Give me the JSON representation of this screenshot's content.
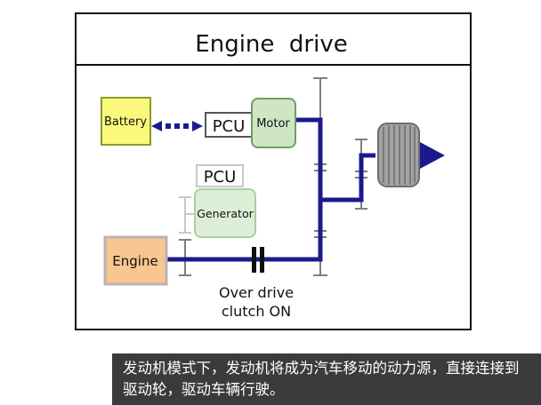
{
  "diagram": {
    "title": "Engine  drive",
    "labels": {
      "battery": "Battery",
      "pcu_top": "PCU",
      "motor": "Motor",
      "pcu_generator": "PCU",
      "generator": "Generator",
      "engine": "Engine",
      "clutch_line1": "Over drive",
      "clutch_line2": "clutch ON"
    },
    "colors": {
      "power_flow": "#1b1a8c",
      "battery_fill": "#fbf97c",
      "battery_border": "#8a9a2a",
      "motor_fill": "#cfe6c4",
      "motor_border": "#6f9c66",
      "generator_fill": "#dcefd6",
      "generator_border": "#a9cfa0",
      "engine_fill": "#f8c690",
      "engine_border": "#b9b3b3",
      "wheel": "#9a9a9a",
      "shaft_gray": "#7f7f7f"
    }
  },
  "caption": {
    "text": "发动机模式下，发动机将成为汽车移动的动力源，直接连接到驱动轮，驱动车辆行驶。"
  }
}
